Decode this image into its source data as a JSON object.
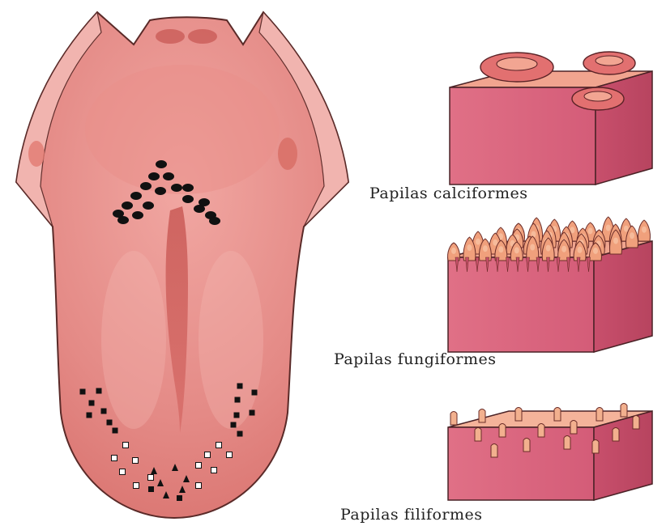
{
  "labels": {
    "calciformes": "Papilas calciformes",
    "fungiformes": "Papilas fungiformes",
    "filiformes": "Papilas filiformes"
  },
  "colors": {
    "tongue_base": "#e58a86",
    "tongue_dark": "#c6504c",
    "tongue_light": "#f4b3ae",
    "block_top": "#f0a894",
    "block_side": "#d9667a",
    "block_side_dark": "#c4506a",
    "marker": "#111111"
  },
  "icons": {
    "vallate_marker": "filled-oval",
    "filled_square_marker": "filled-square",
    "open_square_marker": "open-square",
    "triangle_marker": "filled-triangle"
  }
}
